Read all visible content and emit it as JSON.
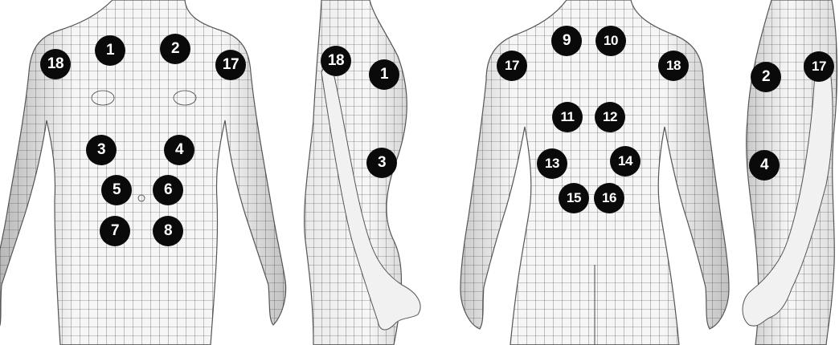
{
  "views": [
    {
      "name": "front",
      "markers": [
        "1",
        "2",
        "3",
        "4",
        "5",
        "6",
        "7",
        "8",
        "17",
        "18"
      ]
    },
    {
      "name": "left-side",
      "markers": [
        "18",
        "1",
        "3"
      ]
    },
    {
      "name": "back",
      "markers": [
        "9",
        "10",
        "11",
        "12",
        "13",
        "14",
        "15",
        "16",
        "17",
        "18"
      ]
    },
    {
      "name": "right-side",
      "markers": [
        "2",
        "17",
        "4"
      ]
    }
  ],
  "labels": {
    "m1": "1",
    "m2": "2",
    "m3": "3",
    "m4": "4",
    "m5": "5",
    "m6": "6",
    "m7": "7",
    "m8": "8",
    "m9": "9",
    "m10": "10",
    "m11": "11",
    "m12": "12",
    "m13": "13",
    "m14": "14",
    "m15": "15",
    "m16": "16",
    "m17": "17",
    "m18": "18"
  },
  "colors": {
    "marker_fill": "#0a0a0a",
    "marker_text": "#ffffff",
    "mesh_line": "#3a3a3a",
    "skin": "#f4f4f4"
  }
}
